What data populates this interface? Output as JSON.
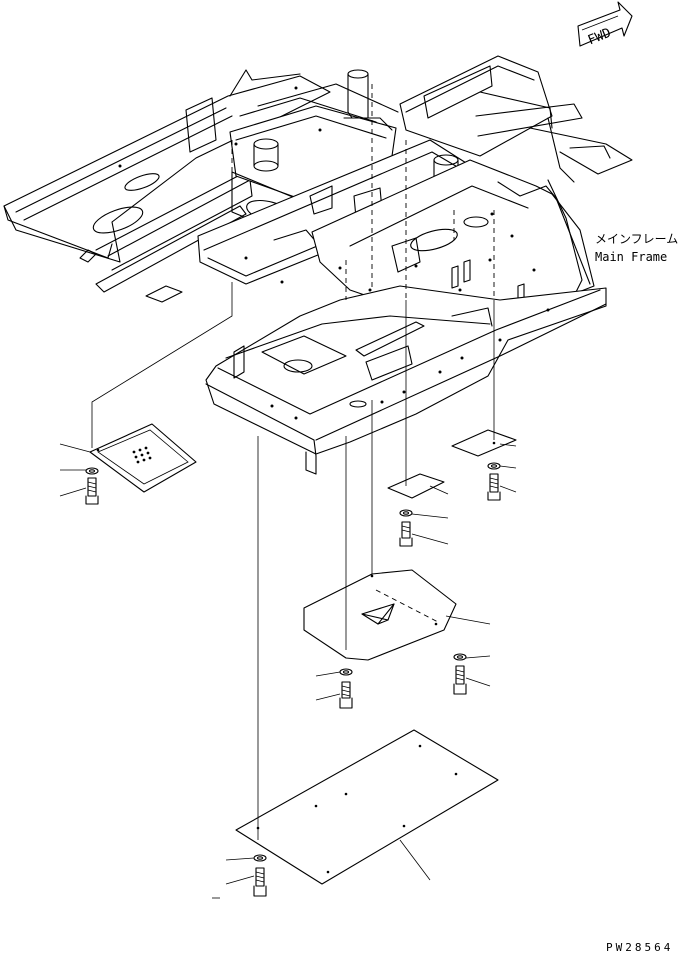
{
  "fwd_label": "FWD",
  "part_label": {
    "jp": "メインフレーム",
    "en": "Main Frame"
  },
  "drawing_number": "PW28564"
}
